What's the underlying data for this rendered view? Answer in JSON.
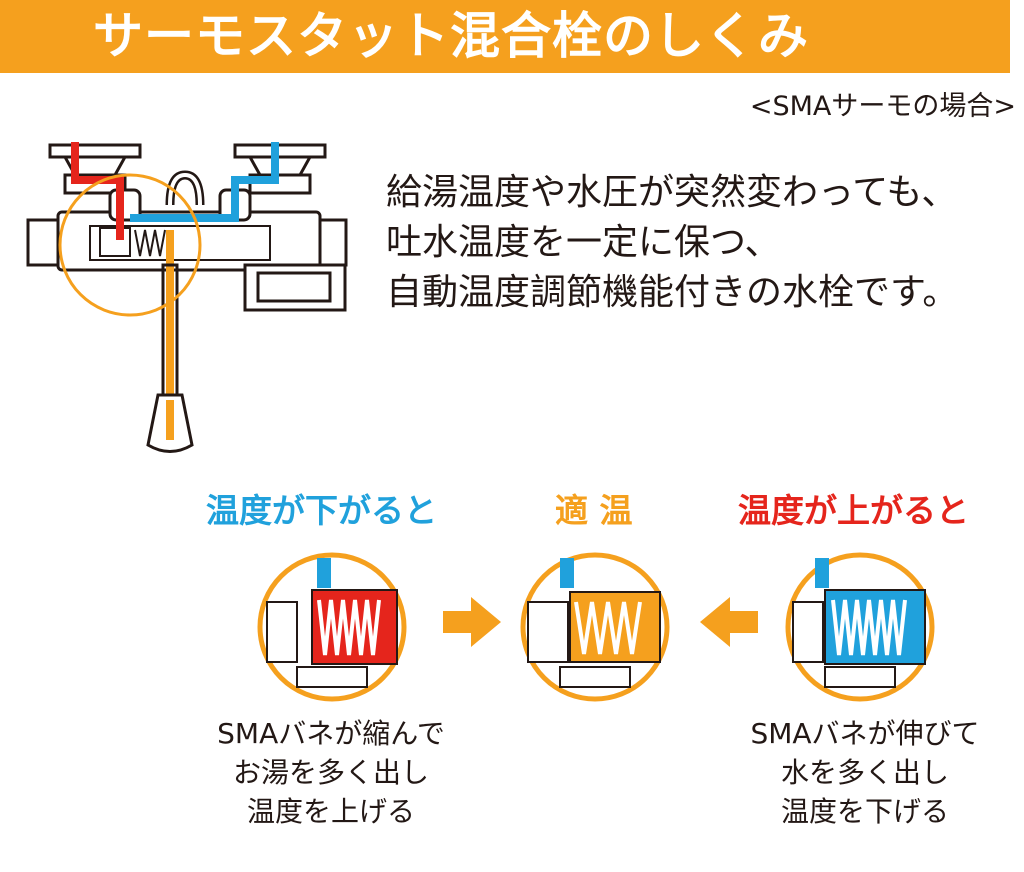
{
  "title": "サーモスタット混合栓のしくみ",
  "subtitle": "<SMAサーモの場合>",
  "description": [
    "給湯温度や水圧が突然変わっても、",
    "吐水温度を一定に保つ、",
    "自動温度調節機能付きの水栓です。"
  ],
  "states": {
    "cool": {
      "label": "温度が下がると",
      "caption": [
        "SMAバネが縮んで",
        "お湯を多く出し",
        "温度を上げる"
      ],
      "color": "#20a1dc"
    },
    "mid": {
      "label": "適 温",
      "color": "#f5a01e"
    },
    "hot": {
      "label": "温度が上がると",
      "caption": [
        "SMAバネが伸びて",
        "水を多く出し",
        "温度を下げる"
      ],
      "color": "#e5251c"
    }
  },
  "colors": {
    "banner": "#f5a01e",
    "hot_water": "#e5251c",
    "cold_water": "#20a1dc",
    "mixed_water": "#f5a01e"
  },
  "icons": [
    "faucet-diagram-icon",
    "spring-detail-icon",
    "arrow-right-icon",
    "arrow-left-icon"
  ]
}
